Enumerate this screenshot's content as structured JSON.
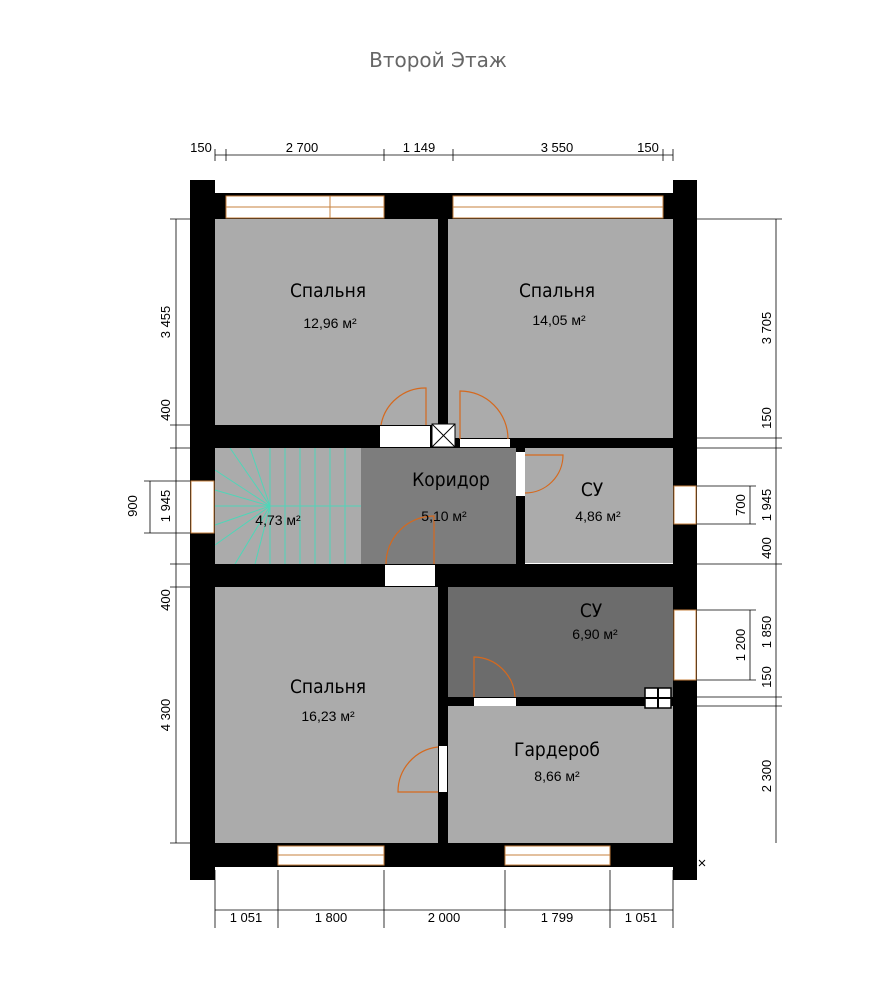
{
  "title": "Второй Этаж",
  "rooms": {
    "bedroom_top_left": {
      "name": "Спальня",
      "area": "12,96 м²",
      "color": "#ababab"
    },
    "bedroom_top_right": {
      "name": "Спальня",
      "area": "14,05 м²",
      "color": "#ababab"
    },
    "stairs": {
      "name": "",
      "area": "4,73 м²",
      "color": "#ababab"
    },
    "corridor": {
      "name": "Коридор",
      "area": "5,10 м²",
      "color": "#7d7d7d"
    },
    "bath_1": {
      "name": "СУ",
      "area": "4,86 м²",
      "color": "#ababab"
    },
    "bedroom_bottom": {
      "name": "Спальня",
      "area": "16,23 м²",
      "color": "#ababab"
    },
    "bath_2": {
      "name": "СУ",
      "area": "6,90 м²",
      "color": "#6c6c6c"
    },
    "wardrobe": {
      "name": "Гардероб",
      "area": "8,66 м²",
      "color": "#ababab"
    }
  },
  "dimensions": {
    "top": [
      "150",
      "2 700",
      "1 149",
      "3 550",
      "150"
    ],
    "bottom": [
      "1 051",
      "1 800",
      "2 000",
      "1 799",
      "1 051"
    ],
    "left": [
      "3 455",
      "400",
      "900",
      "1 945",
      "400",
      "4 300"
    ],
    "right": [
      "3 705",
      "150",
      "700",
      "1 945",
      "400",
      "1 200",
      "1 850",
      "150",
      "2 300"
    ]
  },
  "colors": {
    "wall": "#000000",
    "door_swing": "#d5691e",
    "window_frame": "#c7803e",
    "stair_lines": "#4fd6b8"
  }
}
